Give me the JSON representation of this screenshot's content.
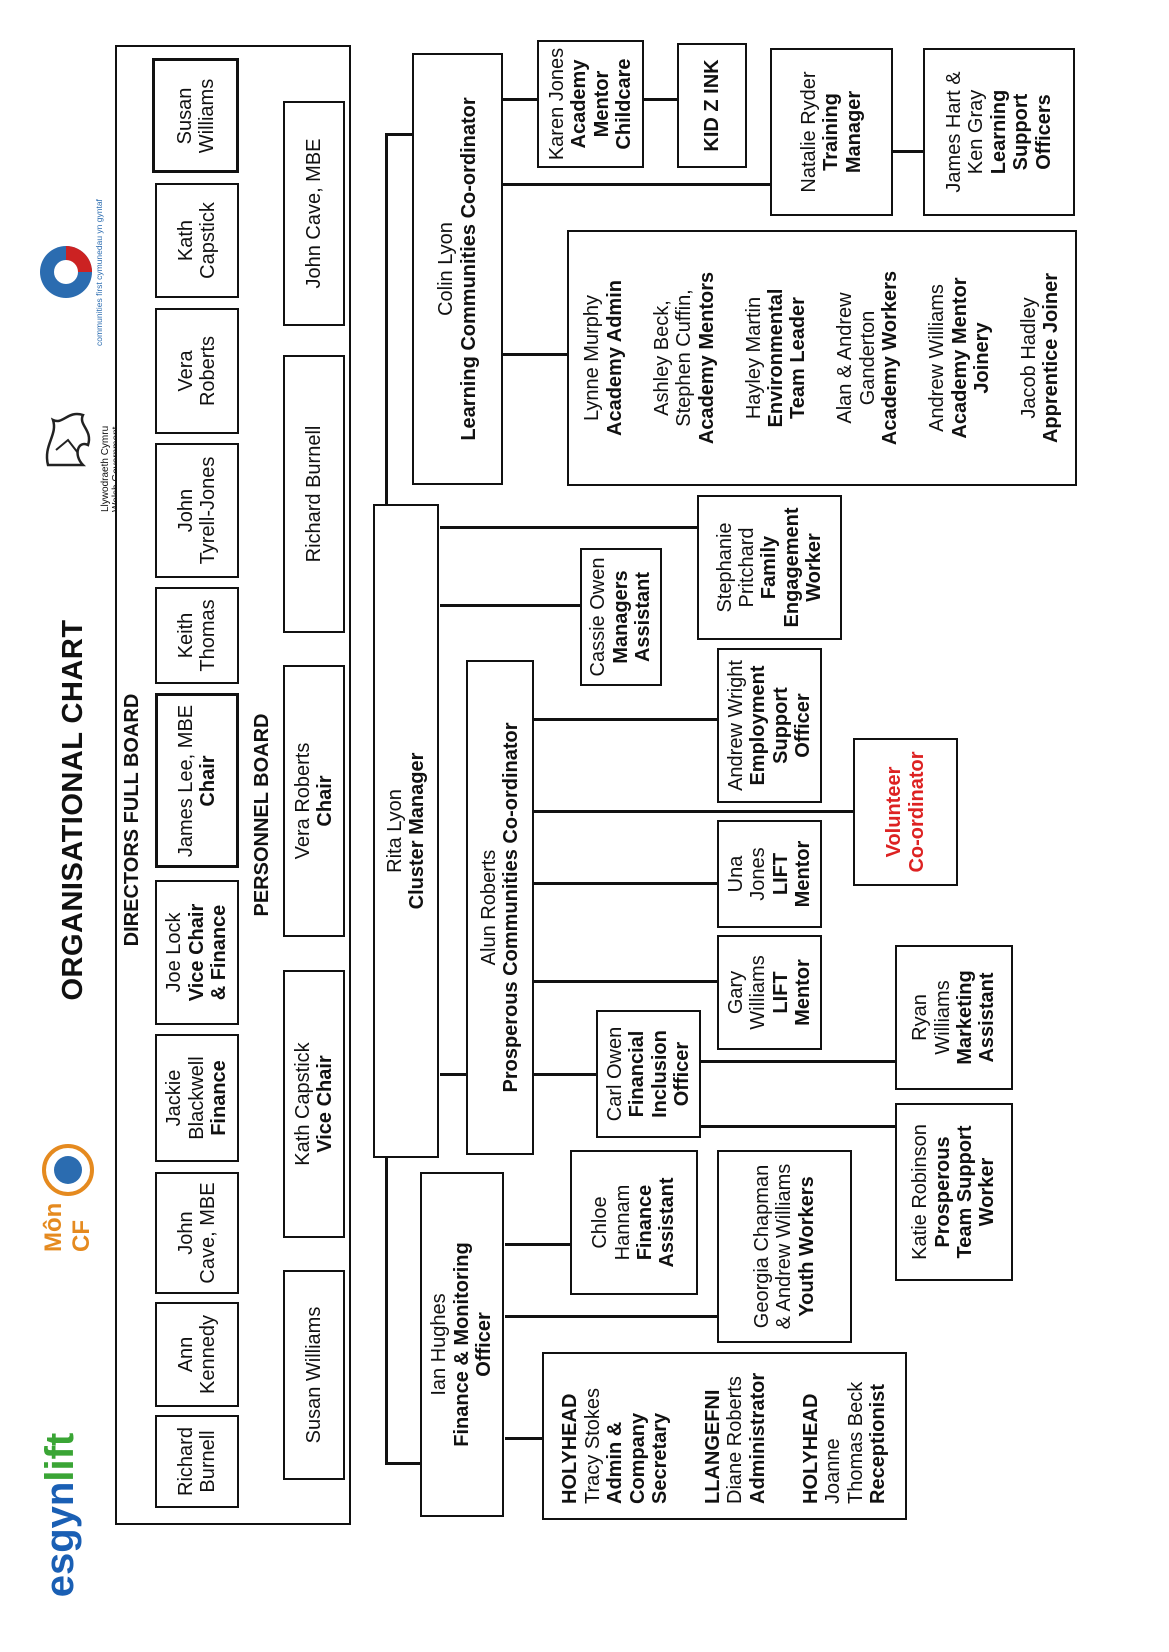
{
  "title": "ORGANISATIONAL CHART",
  "logos": {
    "esgyn_lift": {
      "part1": "esgyn",
      "part2": "lift"
    },
    "mon_cf": "Môn CF",
    "welsh_government": [
      "Llywodraeth Cymru",
      "Welsh Government"
    ],
    "communities_first": "communities first cymunedau yn gyntaf"
  },
  "colors": {
    "line": "#111111",
    "volunteer": "#dd2222",
    "esgyn_blue": "#1a5fb4",
    "lift_green": "#3aa535",
    "mon_orange": "#e58a1f",
    "cf_blue": "#2b6cb0",
    "cf_red": "#cc2222"
  },
  "directors_board": {
    "heading": "DIRECTORS FULL BOARD",
    "members": [
      {
        "lines": [
          "Richard",
          "Burnell"
        ],
        "role": []
      },
      {
        "lines": [
          "Ann",
          "Kennedy"
        ],
        "role": []
      },
      {
        "lines": [
          "John",
          "Cave, MBE"
        ],
        "role": []
      },
      {
        "lines": [
          "Jackie",
          "Blackwell"
        ],
        "role": [
          "Finance"
        ]
      },
      {
        "lines": [
          "Joe Lock"
        ],
        "role": [
          "Vice Chair",
          "& Finance"
        ]
      },
      {
        "lines": [
          "James Lee, MBE"
        ],
        "role": [
          "Chair"
        ]
      },
      {
        "lines": [
          "Keith",
          "Thomas"
        ],
        "role": []
      },
      {
        "lines": [
          "John",
          "Tyrell-Jones"
        ],
        "role": []
      },
      {
        "lines": [
          "Vera",
          "Roberts"
        ],
        "role": []
      },
      {
        "lines": [
          "Kath",
          "Capstick"
        ],
        "role": []
      },
      {
        "lines": [
          "Susan",
          "Williams"
        ],
        "role": []
      }
    ]
  },
  "personnel_board": {
    "heading": "PERSONNEL BOARD",
    "members": [
      {
        "lines": [
          "Susan Williams"
        ],
        "role": []
      },
      {
        "lines": [
          "Kath Capstick"
        ],
        "role": [
          "Vice Chair"
        ]
      },
      {
        "lines": [
          "Vera Roberts"
        ],
        "role": [
          "Chair"
        ]
      },
      {
        "lines": [
          "Richard Burnell"
        ],
        "role": []
      },
      {
        "lines": [
          "John Cave, MBE"
        ],
        "role": []
      }
    ]
  },
  "cluster_manager": {
    "name": "Rita Lyon",
    "role": "Cluster Manager"
  },
  "finance_officer": {
    "name": "Ian Hughes",
    "role": [
      "Finance & Monitoring",
      "Officer"
    ]
  },
  "admin_group": [
    {
      "place": "HOLYHEAD",
      "names": [
        "Tracy Stokes"
      ],
      "role": [
        "Admin &",
        "Company",
        "Secretary"
      ]
    },
    {
      "place": "LLANGEFNI",
      "names": [
        "Diane Roberts"
      ],
      "role": [
        "Administrator"
      ]
    },
    {
      "place": "HOLYHEAD",
      "names": [
        "Joanne",
        "Thomas Beck"
      ],
      "role": [
        "Receptionist"
      ]
    }
  ],
  "finance_assistant": {
    "name": [
      "Chloe",
      "Hannam"
    ],
    "role": [
      "Finance",
      "Assistant"
    ]
  },
  "youth_workers": {
    "name": [
      "Georgia Chapman",
      "& Andrew Williams"
    ],
    "role": [
      "Youth Workers"
    ]
  },
  "prosperous_coordinator": {
    "name": "Alun Roberts",
    "role": "Prosperous Communities Co-ordinator"
  },
  "financial_inclusion": {
    "name": [
      "Carl Owen"
    ],
    "role": [
      "Financial",
      "Inclusion",
      "Officer"
    ]
  },
  "prosperous_team_support": {
    "name": [
      "Katie Robinson"
    ],
    "role": [
      "Prosperous",
      "Team Support",
      "Worker"
    ]
  },
  "marketing_assistant": {
    "name": [
      "Ryan",
      "Williams"
    ],
    "role": [
      "Marketing",
      "Assistant"
    ]
  },
  "lift_mentor_1": {
    "name": [
      "Gary",
      "Williams"
    ],
    "role": [
      "LIFT",
      "Mentor"
    ]
  },
  "lift_mentor_2": {
    "name": [
      "Una",
      "Jones"
    ],
    "role": [
      "LIFT",
      "Mentor"
    ]
  },
  "employment_support": {
    "name": [
      "Andrew Wright"
    ],
    "role": [
      "Employment",
      "Support",
      "Officer"
    ]
  },
  "volunteer_coordinator": {
    "role": [
      "Volunteer",
      "Co-ordinator"
    ]
  },
  "managers_assistant": {
    "name": [
      "Cassie Owen"
    ],
    "role": [
      "Managers",
      "Assistant"
    ]
  },
  "family_engagement": {
    "name": [
      "Stephanie",
      "Pritchard"
    ],
    "role": [
      "Family",
      "Engagement",
      "Worker"
    ]
  },
  "learning_coordinator": {
    "name": "Colin Lyon",
    "role": "Learning Communities Co-ordinator"
  },
  "academy_group": [
    {
      "names": [
        "Lynne Murphy"
      ],
      "role": [
        "Academy Admin"
      ]
    },
    {
      "names": [
        "Ashley Beck,",
        "Stephen Cuffin,"
      ],
      "role": [
        "Academy Mentors"
      ]
    },
    {
      "names": [
        "Hayley Martin"
      ],
      "role": [
        "Environmental",
        "Team Leader"
      ]
    },
    {
      "names": [
        "Alan & Andrew",
        "Ganderton"
      ],
      "role": [
        "Academy Workers"
      ]
    },
    {
      "names": [
        "Andrew Williams"
      ],
      "role": [
        "Academy Mentor",
        "Joinery"
      ]
    },
    {
      "names": [
        "Jacob Hadley"
      ],
      "role": [
        "Apprentice Joiner"
      ]
    }
  ],
  "childcare_mentor": {
    "name": [
      "Karen Jones"
    ],
    "role": [
      "Academy",
      "Mentor",
      "Childcare"
    ]
  },
  "kid_z_ink": "KID Z INK",
  "training_manager": {
    "name": [
      "Natalie Ryder"
    ],
    "role": [
      "Training",
      "Manager"
    ]
  },
  "learning_support": {
    "name": [
      "James Hart &",
      "Ken Gray"
    ],
    "role": [
      "Learning",
      "Support",
      "Officers"
    ]
  }
}
